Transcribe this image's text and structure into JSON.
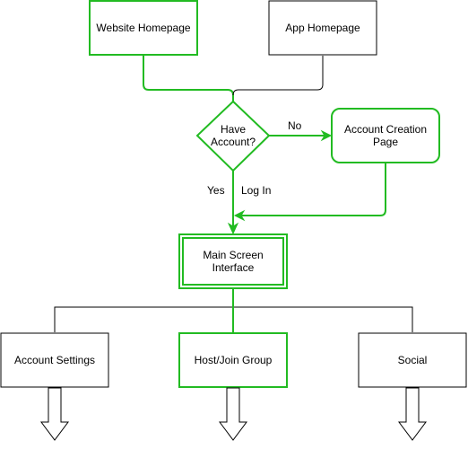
{
  "colors": {
    "accent": "#22bb22",
    "stroke": "#000000",
    "fill": "#ffffff"
  },
  "nodes": {
    "website_homepage": "Website Homepage",
    "app_homepage": "App Homepage",
    "decision_line1": "Have",
    "decision_line2": "Account?",
    "account_creation_line1": "Account Creation",
    "account_creation_line2": "Page",
    "main_screen_line1": "Main Screen",
    "main_screen_line2": "Interface",
    "account_settings": "Account Settings",
    "host_join_group": "Host/Join Group",
    "social": "Social"
  },
  "edge_labels": {
    "no": "No",
    "yes": "Yes",
    "log_in": "Log In"
  }
}
